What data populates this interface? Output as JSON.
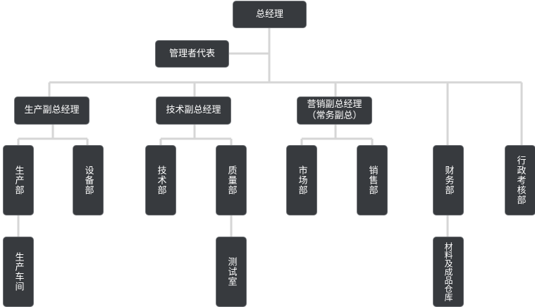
{
  "org_chart": {
    "gm": "总经理",
    "rep": "管理者代表",
    "vp_production": "生产副总经理",
    "vp_technology": "技术副总经理",
    "vp_sales": "营销副总经理\n（常务副总）",
    "dept_production": "生产部",
    "dept_equipment": "设备部",
    "dept_technology": "技术部",
    "dept_quality": "质量部",
    "dept_market": "市场部",
    "dept_sales": "销售部",
    "dept_finance": "财务部",
    "dept_admin": "行政考核部",
    "workshop": "生产车间",
    "lab": "测试室",
    "warehouse": "材料及成品仓库"
  },
  "colors": {
    "node_fill": "#373a3e",
    "node_text": "#ffffff",
    "connector": "#d4d4d4"
  }
}
